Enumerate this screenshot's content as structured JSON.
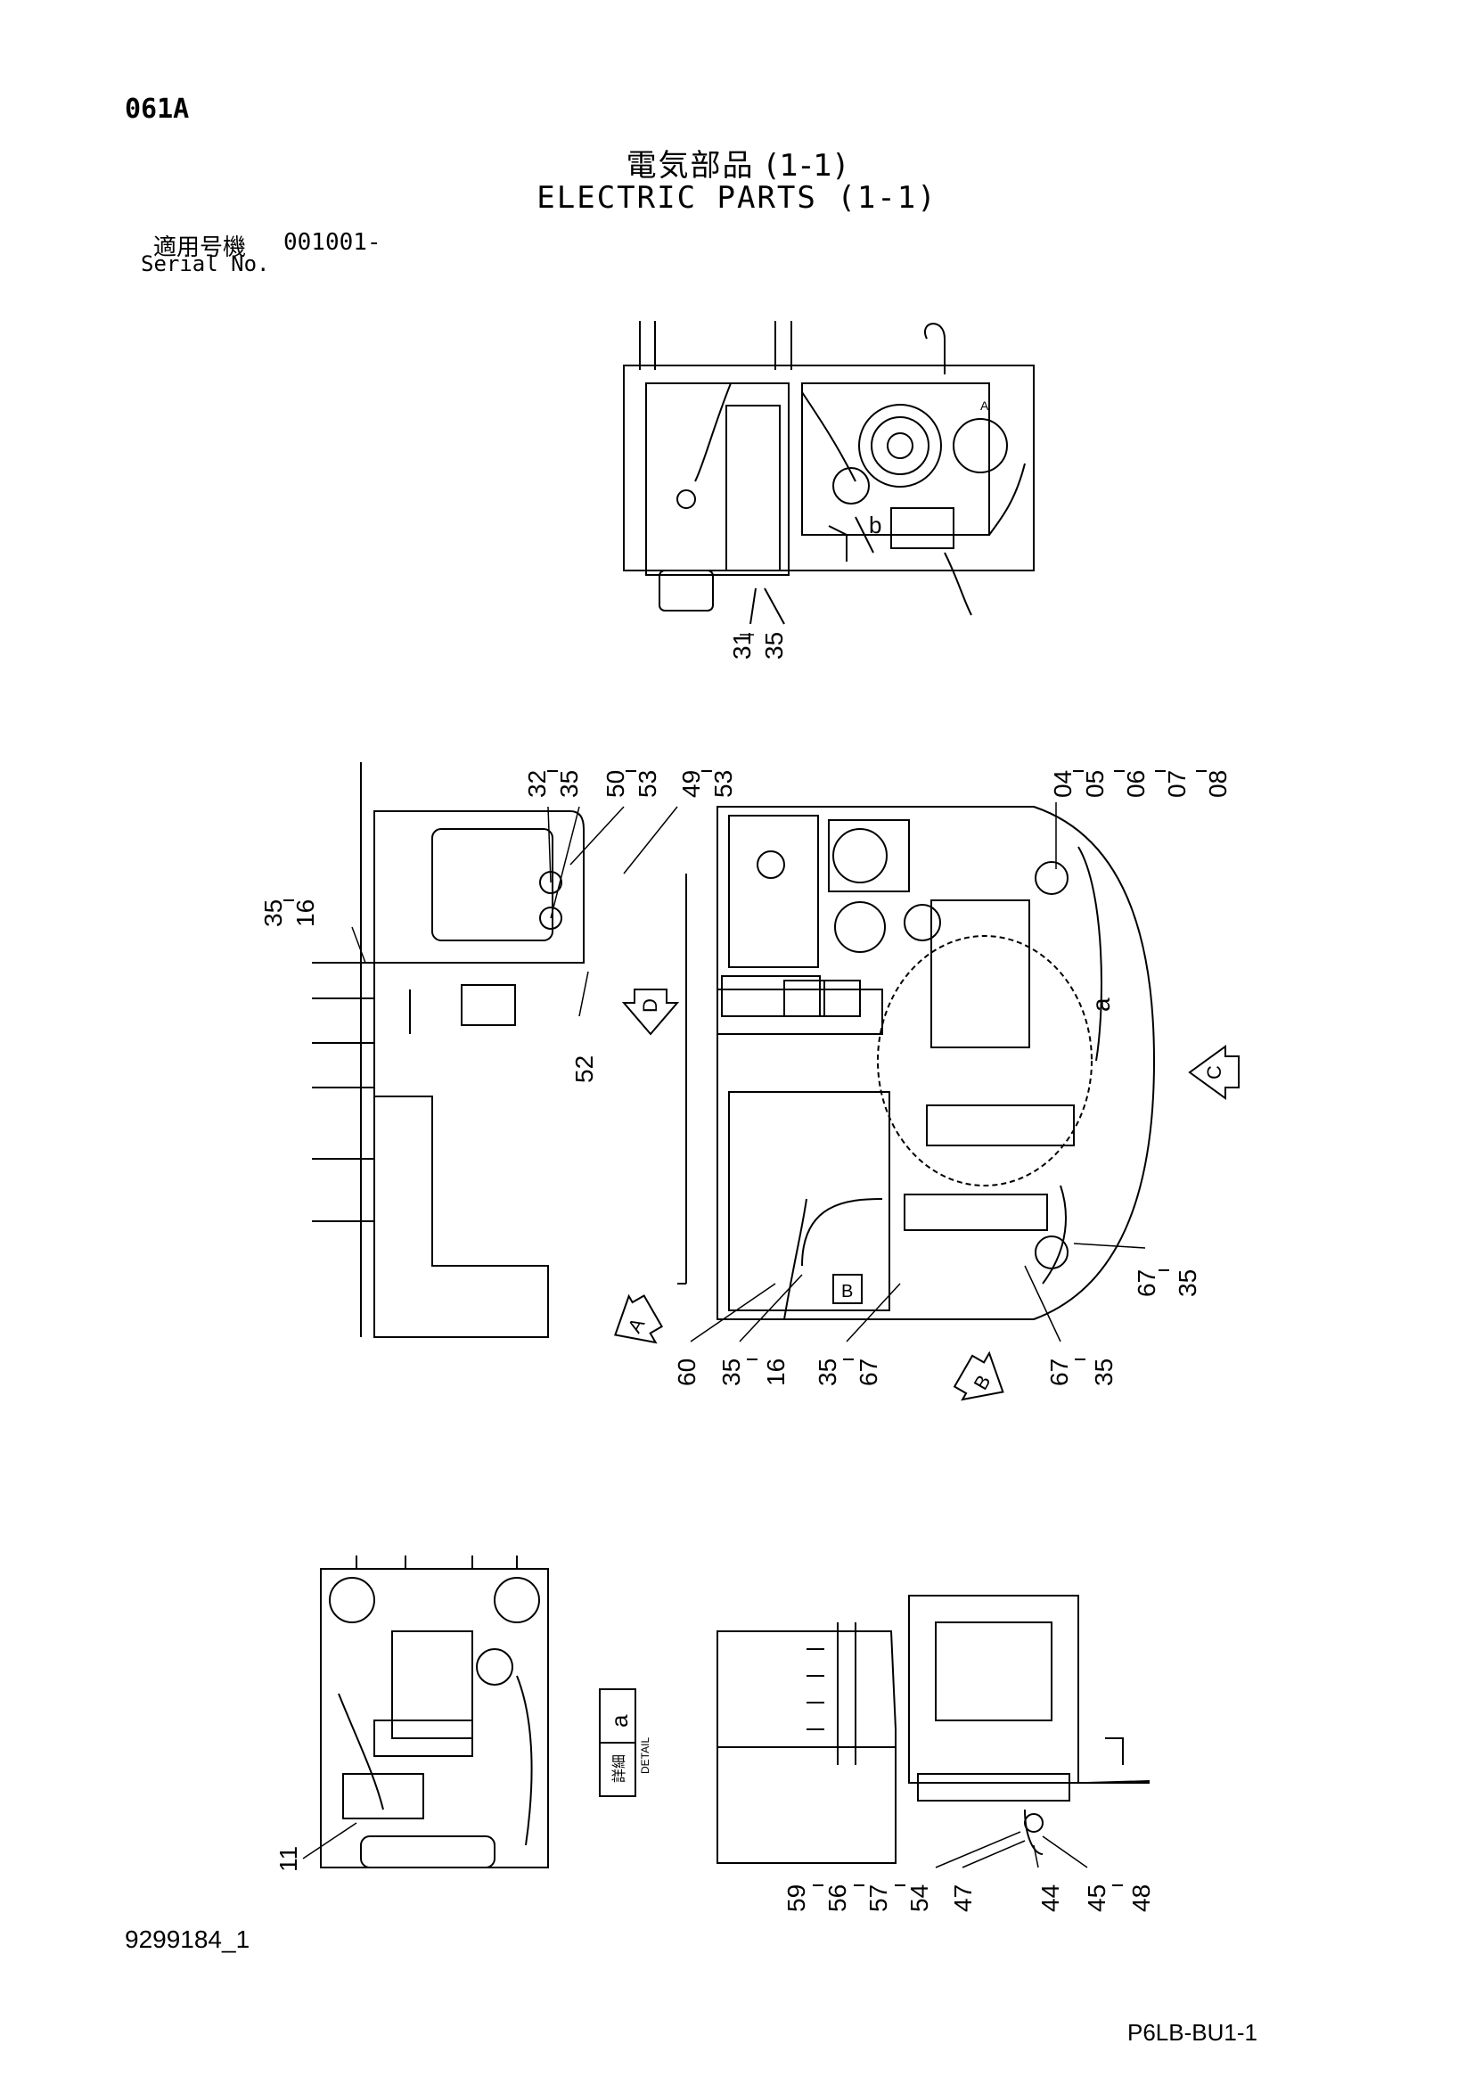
{
  "header": {
    "code": "061A",
    "title_jp": "電気部品 (1-1)",
    "title_en": "ELECTRIC PARTS (1-1)",
    "serial_label_jp": "適用号機",
    "serial_label_en": "Serial No.",
    "serial_value": "001001-"
  },
  "footer": {
    "doc_number": "9299184_1",
    "page_code": "P6LB-BU1-1"
  },
  "callouts": {
    "top": [
      "31",
      "35"
    ],
    "mid_left_a": [
      "35",
      "16"
    ],
    "mid_top_a": [
      "32",
      "35",
      "50",
      "53",
      "49",
      "53"
    ],
    "mid_52": "52",
    "mid_top_right": [
      "04",
      "05",
      "06",
      "07",
      "08"
    ],
    "mid_right_1": [
      "67",
      "35"
    ],
    "mid_bottom_1": [
      "60",
      "35",
      "16",
      "35",
      "67"
    ],
    "mid_bottom_2": [
      "67",
      "35"
    ],
    "detail_left": "11",
    "bottom_right": [
      "59",
      "56",
      "57",
      "54",
      "47",
      "44",
      "45",
      "48"
    ]
  },
  "views": {
    "arrow_a": "A",
    "arrow_b": "B",
    "arrow_c": "C",
    "arrow_d": "D",
    "box_b": "B",
    "detail_circle": "a",
    "detail_letter": "b",
    "small_a_label": "A"
  },
  "detail_box": {
    "jp": "詳細",
    "en": "DETAIL",
    "letter": "a"
  }
}
